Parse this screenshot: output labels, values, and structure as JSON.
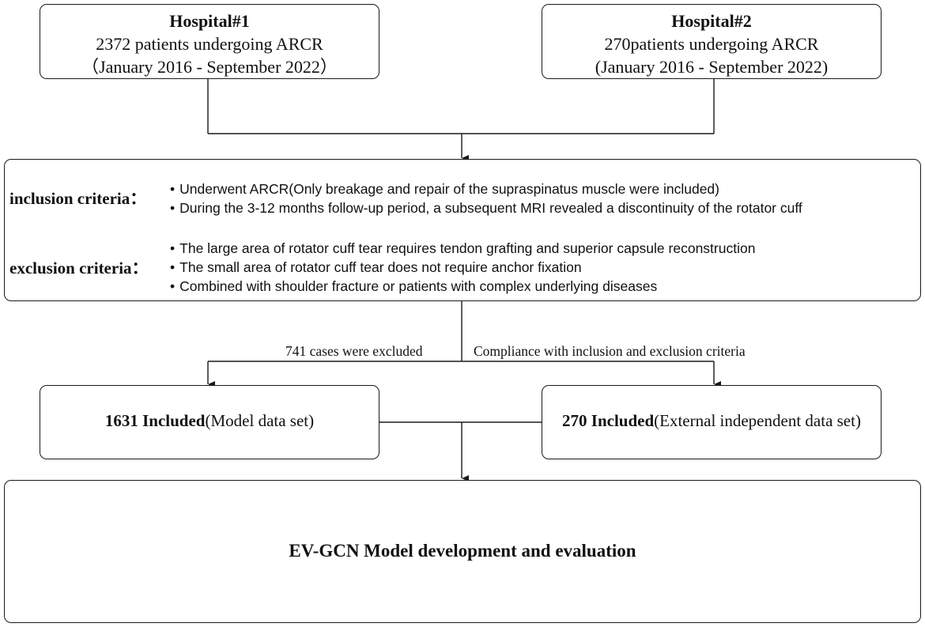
{
  "hospital1": {
    "title": "Hospital#1",
    "line1": "2372 patients undergoing ARCR",
    "line2": "（January 2016 - September 2022）"
  },
  "hospital2": {
    "title": "Hospital#2",
    "line1": "270patients undergoing ARCR",
    "line2": "(January 2016 - September 2022)"
  },
  "criteria": {
    "inclusion_label": "inclusion criteria：",
    "inclusion_items": [
      "Underwent ARCR(Only breakage and repair of the supraspinatus muscle were included)",
      "During the 3-12 months follow-up period, a subsequent MRI revealed a discontinuity of the rotator cuff"
    ],
    "exclusion_label": "exclusion criteria：",
    "exclusion_items": [
      "The large area of rotator cuff tear requires tendon grafting and superior capsule reconstruction",
      "The small area of rotator cuff tear does not require anchor fixation",
      "Combined with shoulder fracture or patients with complex underlying diseases"
    ]
  },
  "branch_labels": {
    "excluded": "741 cases were excluded",
    "compliance": "Compliance with inclusion and exclusion criteria"
  },
  "model_set": {
    "bold": "1631 Included",
    "rest": "(Model data set)"
  },
  "external_set": {
    "bold": "270 Included",
    "rest": "(External independent data set)"
  },
  "final_box": {
    "label": "EV-GCN Model development and evaluation"
  }
}
